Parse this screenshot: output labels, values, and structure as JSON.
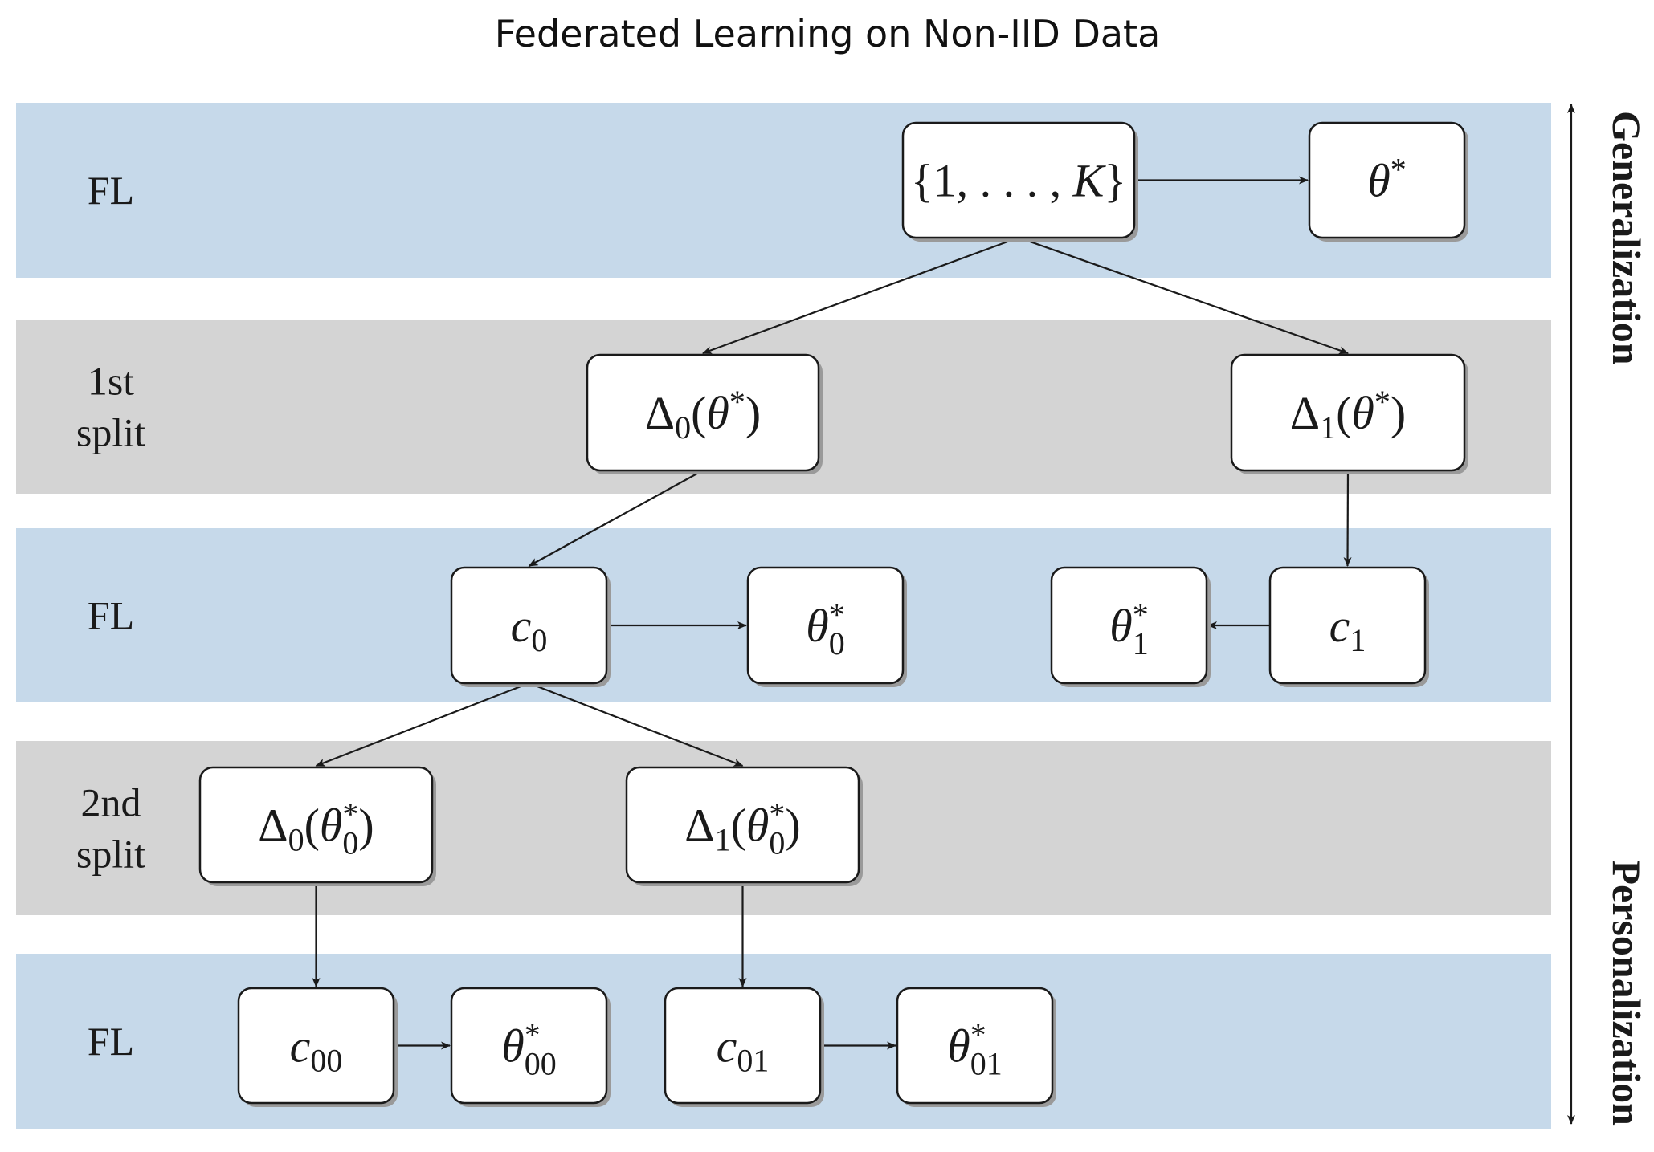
{
  "title": "Federated Learning on Non-IID Data",
  "colors": {
    "band_fl": "#c6d9ea",
    "band_split": "#d4d4d4",
    "stroke": "#1a1a1a"
  },
  "rows": [
    {
      "id": "fl1",
      "kind": "fl",
      "label": [
        "FL"
      ]
    },
    {
      "id": "split1",
      "kind": "split",
      "label": [
        "1st",
        "split"
      ]
    },
    {
      "id": "fl2",
      "kind": "fl",
      "label": [
        "FL"
      ]
    },
    {
      "id": "split2",
      "kind": "split",
      "label": [
        "2nd",
        "split"
      ]
    },
    {
      "id": "fl3",
      "kind": "fl",
      "label": [
        "FL"
      ]
    }
  ],
  "nodes": [
    {
      "id": "root",
      "row": "fl1",
      "segs": [
        [
          "{1, . . . , ",
          "n"
        ],
        [
          "K",
          "i"
        ],
        [
          "}",
          "n"
        ]
      ]
    },
    {
      "id": "theta_star",
      "row": "fl1",
      "segs": [
        [
          "θ",
          "i"
        ],
        [
          "*",
          "sup"
        ]
      ]
    },
    {
      "id": "delta0",
      "row": "split1",
      "segs": [
        [
          "Δ",
          "n"
        ],
        [
          "0",
          "sub"
        ],
        [
          "(",
          "n"
        ],
        [
          "θ",
          "i"
        ],
        [
          "*",
          "sup"
        ],
        [
          ")",
          "n"
        ]
      ]
    },
    {
      "id": "delta1",
      "row": "split1",
      "segs": [
        [
          "Δ",
          "n"
        ],
        [
          "1",
          "sub"
        ],
        [
          "(",
          "n"
        ],
        [
          "θ",
          "i"
        ],
        [
          "*",
          "sup"
        ],
        [
          ")",
          "n"
        ]
      ]
    },
    {
      "id": "c0",
      "row": "fl2",
      "segs": [
        [
          "c",
          "i"
        ],
        [
          "0",
          "sub"
        ]
      ]
    },
    {
      "id": "theta0",
      "row": "fl2",
      "segs": [
        [
          "θ",
          "i"
        ],
        [
          "*",
          "supsub",
          "0"
        ]
      ]
    },
    {
      "id": "theta1",
      "row": "fl2",
      "segs": [
        [
          "θ",
          "i"
        ],
        [
          "*",
          "supsub",
          "1"
        ]
      ]
    },
    {
      "id": "c1",
      "row": "fl2",
      "segs": [
        [
          "c",
          "i"
        ],
        [
          "1",
          "sub"
        ]
      ]
    },
    {
      "id": "delta00",
      "row": "split2",
      "segs": [
        [
          "Δ",
          "n"
        ],
        [
          "0",
          "sub"
        ],
        [
          "(",
          "n"
        ],
        [
          "θ",
          "i"
        ],
        [
          "*",
          "supsub",
          "0"
        ],
        [
          ")",
          "n"
        ]
      ]
    },
    {
      "id": "delta01",
      "row": "split2",
      "segs": [
        [
          "Δ",
          "n"
        ],
        [
          "1",
          "sub"
        ],
        [
          "(",
          "n"
        ],
        [
          "θ",
          "i"
        ],
        [
          "*",
          "supsub",
          "0"
        ],
        [
          ")",
          "n"
        ]
      ]
    },
    {
      "id": "c00",
      "row": "fl3",
      "segs": [
        [
          "c",
          "i"
        ],
        [
          "00",
          "sub"
        ]
      ]
    },
    {
      "id": "theta00",
      "row": "fl3",
      "segs": [
        [
          "θ",
          "i"
        ],
        [
          "*",
          "supsub",
          "00"
        ]
      ]
    },
    {
      "id": "c01",
      "row": "fl3",
      "segs": [
        [
          "c",
          "i"
        ],
        [
          "01",
          "sub"
        ]
      ]
    },
    {
      "id": "theta01",
      "row": "fl3",
      "segs": [
        [
          "θ",
          "i"
        ],
        [
          "*",
          "supsub",
          "01"
        ]
      ]
    }
  ],
  "edges": [
    {
      "from": "root",
      "to": "theta_star"
    },
    {
      "from": "root",
      "to": "delta0"
    },
    {
      "from": "root",
      "to": "delta1"
    },
    {
      "from": "delta0",
      "to": "c0"
    },
    {
      "from": "delta1",
      "to": "c1"
    },
    {
      "from": "c0",
      "to": "theta0"
    },
    {
      "from": "c1",
      "to": "theta1"
    },
    {
      "from": "c0",
      "to": "delta00"
    },
    {
      "from": "c0",
      "to": "delta01"
    },
    {
      "from": "delta00",
      "to": "c00"
    },
    {
      "from": "delta01",
      "to": "c01"
    },
    {
      "from": "c00",
      "to": "theta00"
    },
    {
      "from": "c01",
      "to": "theta01"
    }
  ],
  "side_axis": {
    "top_label": "Generalization",
    "bottom_label": "Personalization"
  }
}
